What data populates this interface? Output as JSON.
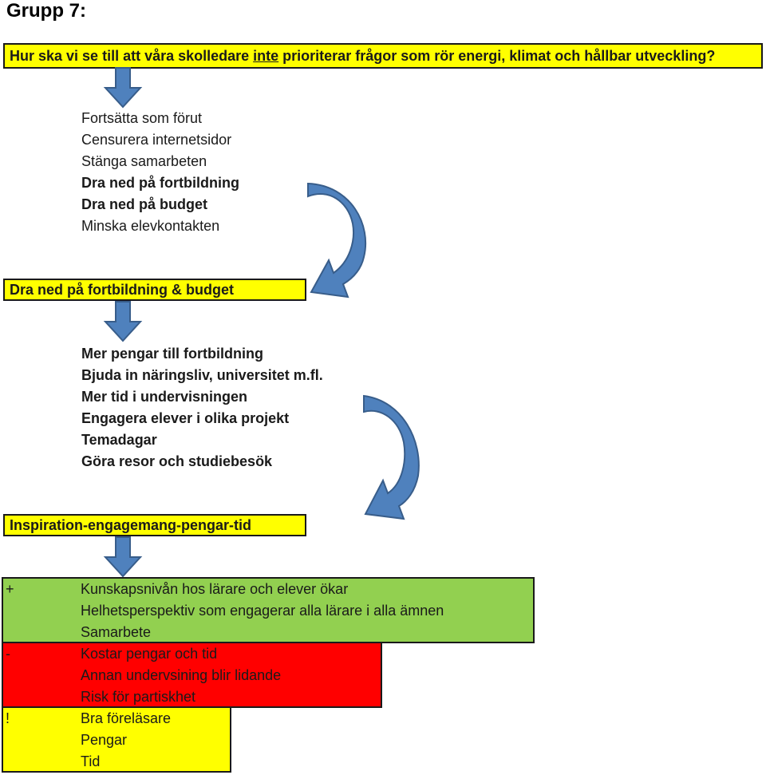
{
  "title": "Grupp 7:",
  "question": {
    "before": "Hur ska vi se till att våra skolledare ",
    "underlined": "inte",
    "after": " prioriterar frågor som rör energi, klimat och hållbar utveckling?"
  },
  "list1": [
    {
      "text": "Fortsätta som förut",
      "bold": false
    },
    {
      "text": "Censurera internetsidor",
      "bold": false
    },
    {
      "text": "Stänga samarbeten",
      "bold": false
    },
    {
      "text": "Dra ned på fortbildning",
      "bold": true
    },
    {
      "text": "Dra ned på budget",
      "bold": true
    },
    {
      "text": "Minska elevkontakten",
      "bold": false
    }
  ],
  "box2": "Dra ned på fortbildning & budget",
  "list2": [
    "Mer pengar till fortbildning",
    "Bjuda in näringsliv, universitet m.fl.",
    "Mer tid i undervisningen",
    "Engagera elever i olika projekt",
    "Temadagar",
    "Göra resor och studiebesök"
  ],
  "box3": "Inspiration-engagemang-pengar-tid",
  "plus": {
    "symbol": "+",
    "items": [
      "Kunskapsnivån hos lärare och elever ökar",
      "Helhetsperspektiv som engagerar alla lärare i alla ämnen",
      "Samarbete"
    ]
  },
  "minus": {
    "symbol": "-",
    "items": [
      "Kostar pengar och tid",
      "Annan undervsining blir lidande",
      "Risk för partiskhet"
    ]
  },
  "excl": {
    "symbol": "!",
    "items": [
      "Bra föreläsare",
      "Pengar",
      "Tid"
    ]
  },
  "colors": {
    "yellow": "#ffff00",
    "green": "#92d050",
    "red": "#ff0000",
    "arrow_fill": "#4f81bd",
    "arrow_stroke": "#385d8a"
  }
}
